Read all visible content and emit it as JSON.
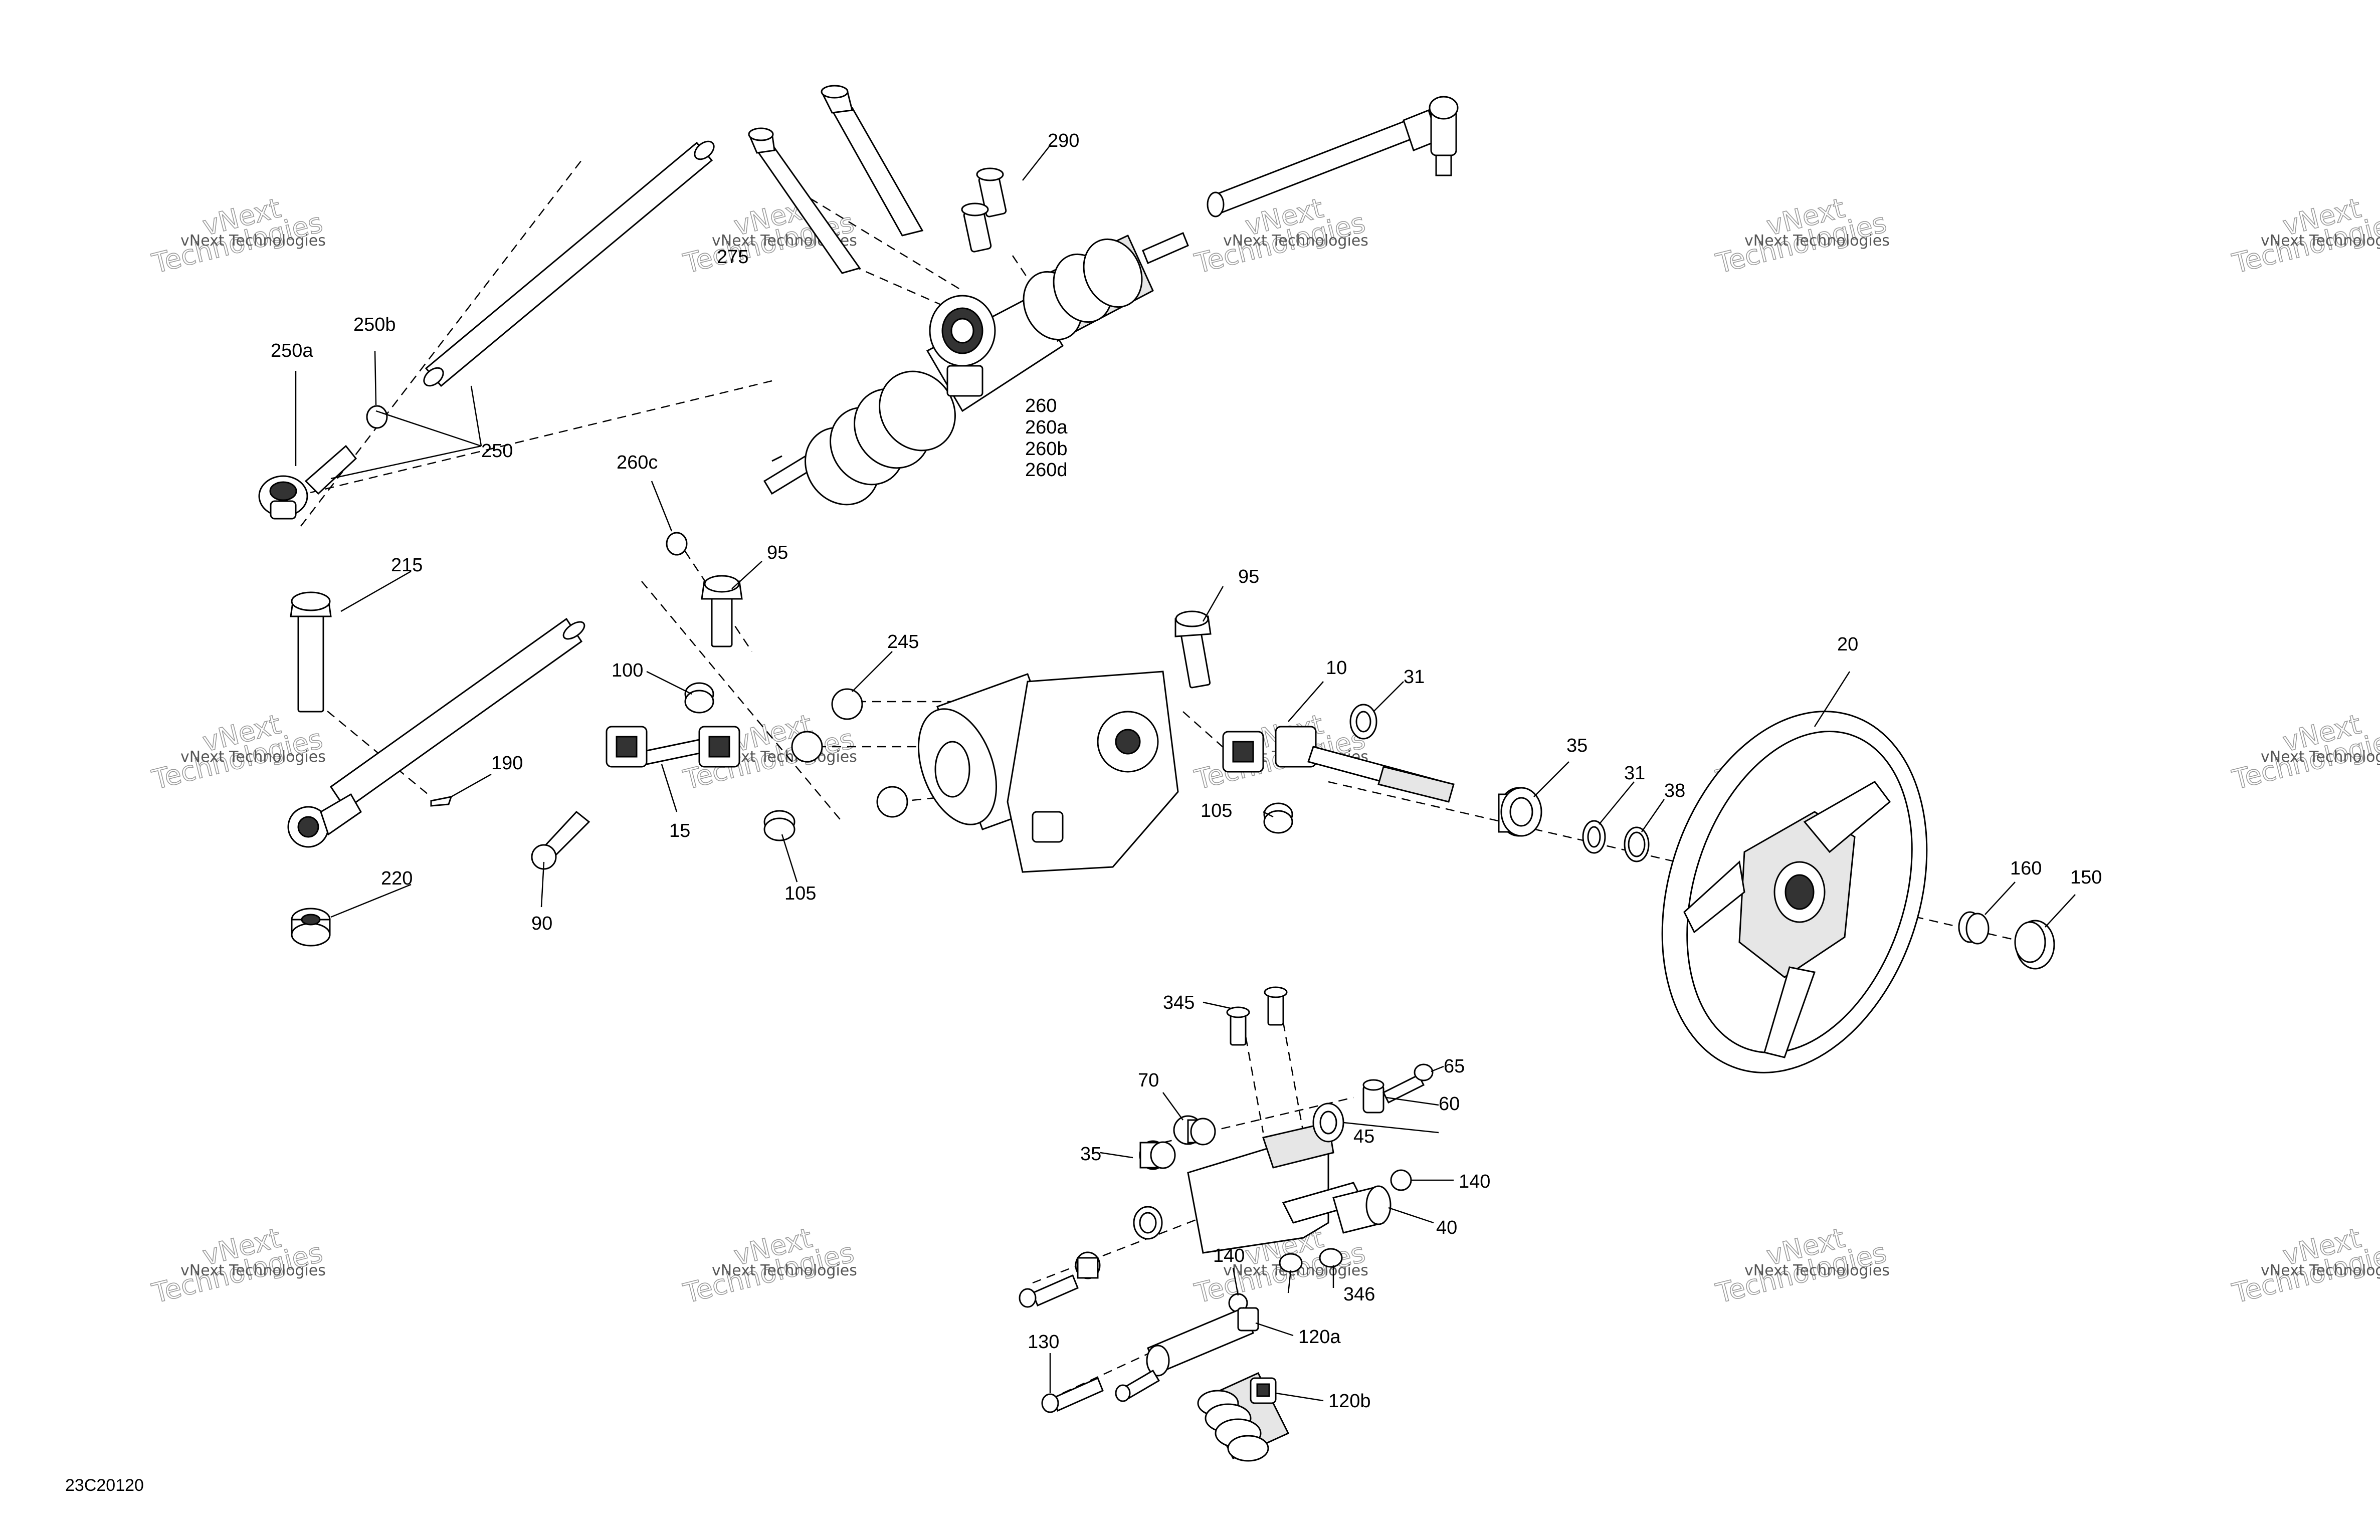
{
  "diagram": {
    "code": "23C20120",
    "callouts": [
      {
        "id": "c-10",
        "text": "10"
      },
      {
        "id": "c-15",
        "text": "15"
      },
      {
        "id": "c-20",
        "text": "20"
      },
      {
        "id": "c-31a",
        "text": "31"
      },
      {
        "id": "c-31b",
        "text": "31"
      },
      {
        "id": "c-35a",
        "text": "35"
      },
      {
        "id": "c-35b",
        "text": "35"
      },
      {
        "id": "c-38",
        "text": "38"
      },
      {
        "id": "c-40",
        "text": "40"
      },
      {
        "id": "c-45",
        "text": "45"
      },
      {
        "id": "c-60",
        "text": "60"
      },
      {
        "id": "c-65",
        "text": "65"
      },
      {
        "id": "c-70",
        "text": "70"
      },
      {
        "id": "c-90",
        "text": "90"
      },
      {
        "id": "c-95a",
        "text": "95"
      },
      {
        "id": "c-95b",
        "text": "95"
      },
      {
        "id": "c-100",
        "text": "100"
      },
      {
        "id": "c-105a",
        "text": "105"
      },
      {
        "id": "c-105b",
        "text": "105"
      },
      {
        "id": "c-120a",
        "text": "120a"
      },
      {
        "id": "c-120b",
        "text": "120b"
      },
      {
        "id": "c-130",
        "text": "130"
      },
      {
        "id": "c-140a",
        "text": "140"
      },
      {
        "id": "c-140b",
        "text": "140"
      },
      {
        "id": "c-150",
        "text": "150"
      },
      {
        "id": "c-160",
        "text": "160"
      },
      {
        "id": "c-190",
        "text": "190"
      },
      {
        "id": "c-215",
        "text": "215"
      },
      {
        "id": "c-220",
        "text": "220"
      },
      {
        "id": "c-245",
        "text": "245"
      },
      {
        "id": "c-250",
        "text": "250"
      },
      {
        "id": "c-250a",
        "text": "250a"
      },
      {
        "id": "c-250b",
        "text": "250b"
      },
      {
        "id": "c-260",
        "text": "260"
      },
      {
        "id": "c-260a",
        "text": "260a"
      },
      {
        "id": "c-260b",
        "text": "260b"
      },
      {
        "id": "c-260c",
        "text": "260c"
      },
      {
        "id": "c-260d",
        "text": "260d"
      },
      {
        "id": "c-275",
        "text": "275"
      },
      {
        "id": "c-290",
        "text": "290"
      },
      {
        "id": "c-345",
        "text": "345"
      },
      {
        "id": "c-346",
        "text": "346"
      }
    ],
    "watermark": {
      "line1": "vNext Technologies",
      "line2a": "vNext",
      "line2b": "Technologies"
    }
  }
}
